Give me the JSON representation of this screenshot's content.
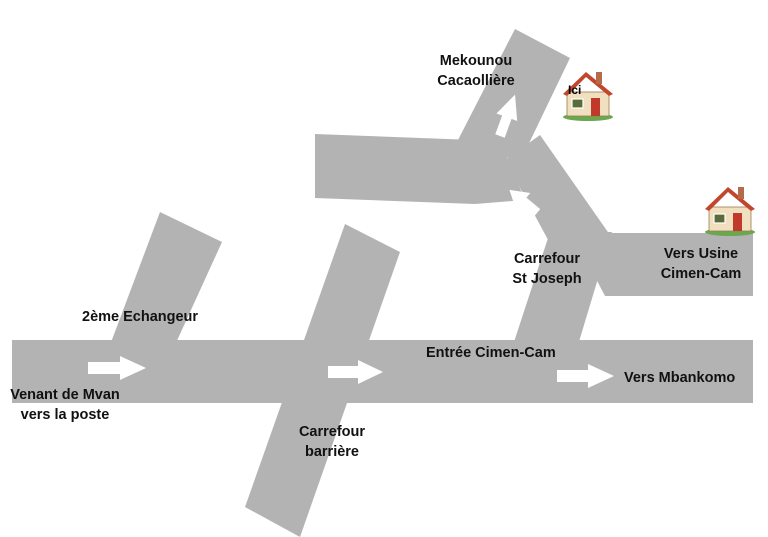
{
  "labels": {
    "start_line1": "Venant de Mvan",
    "start_line2": "vers la poste",
    "echangeur": "2ème Echangeur",
    "barriere_line1": "Carrefour",
    "barriere_line2": "barrière",
    "cimencam_entry": "Entrée Cimen-Cam",
    "mbankomo": "Vers  Mbankomo",
    "stjoseph_line1": "Carrefour",
    "stjoseph_line2": "St Joseph",
    "usine_line1": "Vers  Usine",
    "usine_line2": "Cimen-Cam",
    "mekounou_line1": "Mekounou",
    "mekounou_line2": "Cacaollière",
    "ici": "Ici"
  },
  "colors": {
    "road": "#b3b3b3",
    "arrow": "#ffffff",
    "text": "#111111",
    "roof": "#c2462e",
    "wall": "#f1e0bf",
    "grass": "#6aa84f"
  },
  "icons": [
    "house-icon-destination",
    "house-icon-usine",
    "direction-arrow"
  ]
}
